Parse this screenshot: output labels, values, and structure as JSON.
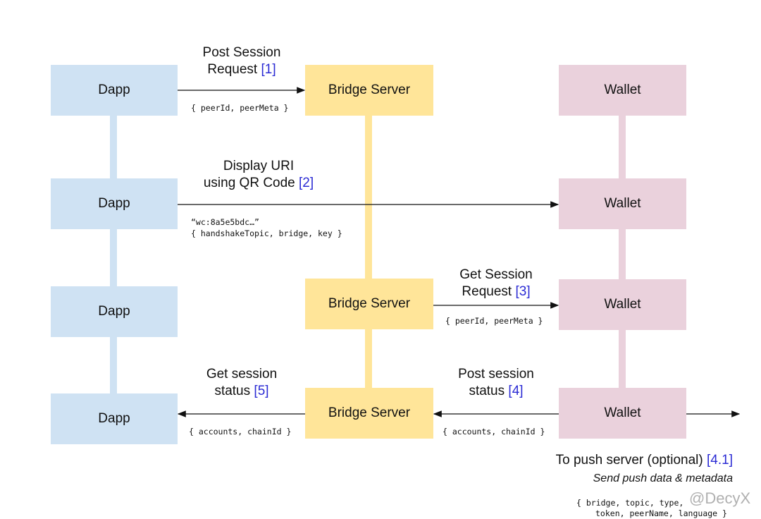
{
  "participants": {
    "dapp": "Dapp",
    "bridge": "Bridge Server",
    "wallet": "Wallet"
  },
  "steps": {
    "post_session": {
      "line1": "Post Session",
      "line2": "Request",
      "ref": "[1]",
      "payload": "{ peerId, peerMeta }"
    },
    "display_uri": {
      "line1": "Display URI",
      "line2": "using QR Code",
      "ref": "[2]",
      "payload_line1": "“wc:8a5e5bdc…”",
      "payload_line2": "{ handshakeTopic, bridge, key }"
    },
    "get_session": {
      "line1": "Get Session",
      "line2": "Request",
      "ref": "[3]",
      "payload": "{ peerId, peerMeta }"
    },
    "post_status": {
      "line1": "Post session",
      "line2": "status",
      "ref": "[4]",
      "payload": "{ accounts, chainId }"
    },
    "get_status": {
      "line1": "Get session",
      "line2": "status",
      "ref": "[5]",
      "payload": "{ accounts, chainId }"
    },
    "push": {
      "line1": "To push server (optional)",
      "ref": "[4.1]",
      "subtitle": "Send push data & metadata",
      "payload_line1": "{ bridge, topic, type,",
      "payload_line2": "token, peerName, language }"
    }
  },
  "watermark": "@DecyX",
  "colors": {
    "dapp": "#cfe2f3",
    "bridge": "#ffe599",
    "wallet": "#ead1dc",
    "reference": "#2b2bd4"
  }
}
